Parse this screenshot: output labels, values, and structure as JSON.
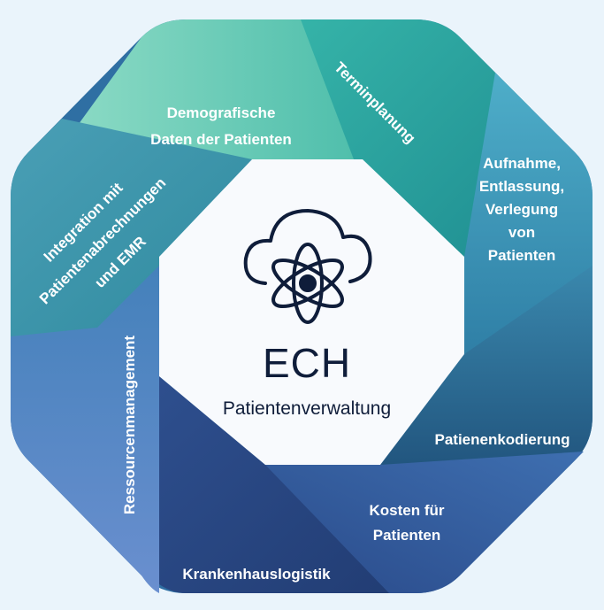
{
  "center": {
    "title": "ECH",
    "subtitle": "Patientenverwaltung",
    "icon": "cloud-atom-icon"
  },
  "segments": {
    "terminplanung": "Terminplanung",
    "demografische_1": "Demografische",
    "demografische_2": "Daten der Patienten",
    "aufnahme_1": "Aufnahme,",
    "aufnahme_2": "Entlassung,",
    "aufnahme_3": "Verlegung",
    "aufnahme_4": "von",
    "aufnahme_5": "Patienten",
    "integration_1": "Integration mit",
    "integration_2": "Patientenabrechnungen",
    "integration_3": "und EMR",
    "ressourcen": "Ressourcenmanagement",
    "kodierung": "Patienenkodierung",
    "kosten_1": "Kosten für",
    "kosten_2": "Patienten",
    "logistik": "Krankenhauslogistik"
  },
  "colors": {
    "background": "#eaf4fb",
    "teal_light": "#7fd3c2",
    "teal": "#3fb2a8",
    "blue_mid": "#3b7fb0",
    "navy": "#2b4c86",
    "center_text": "#0f1d3a"
  }
}
